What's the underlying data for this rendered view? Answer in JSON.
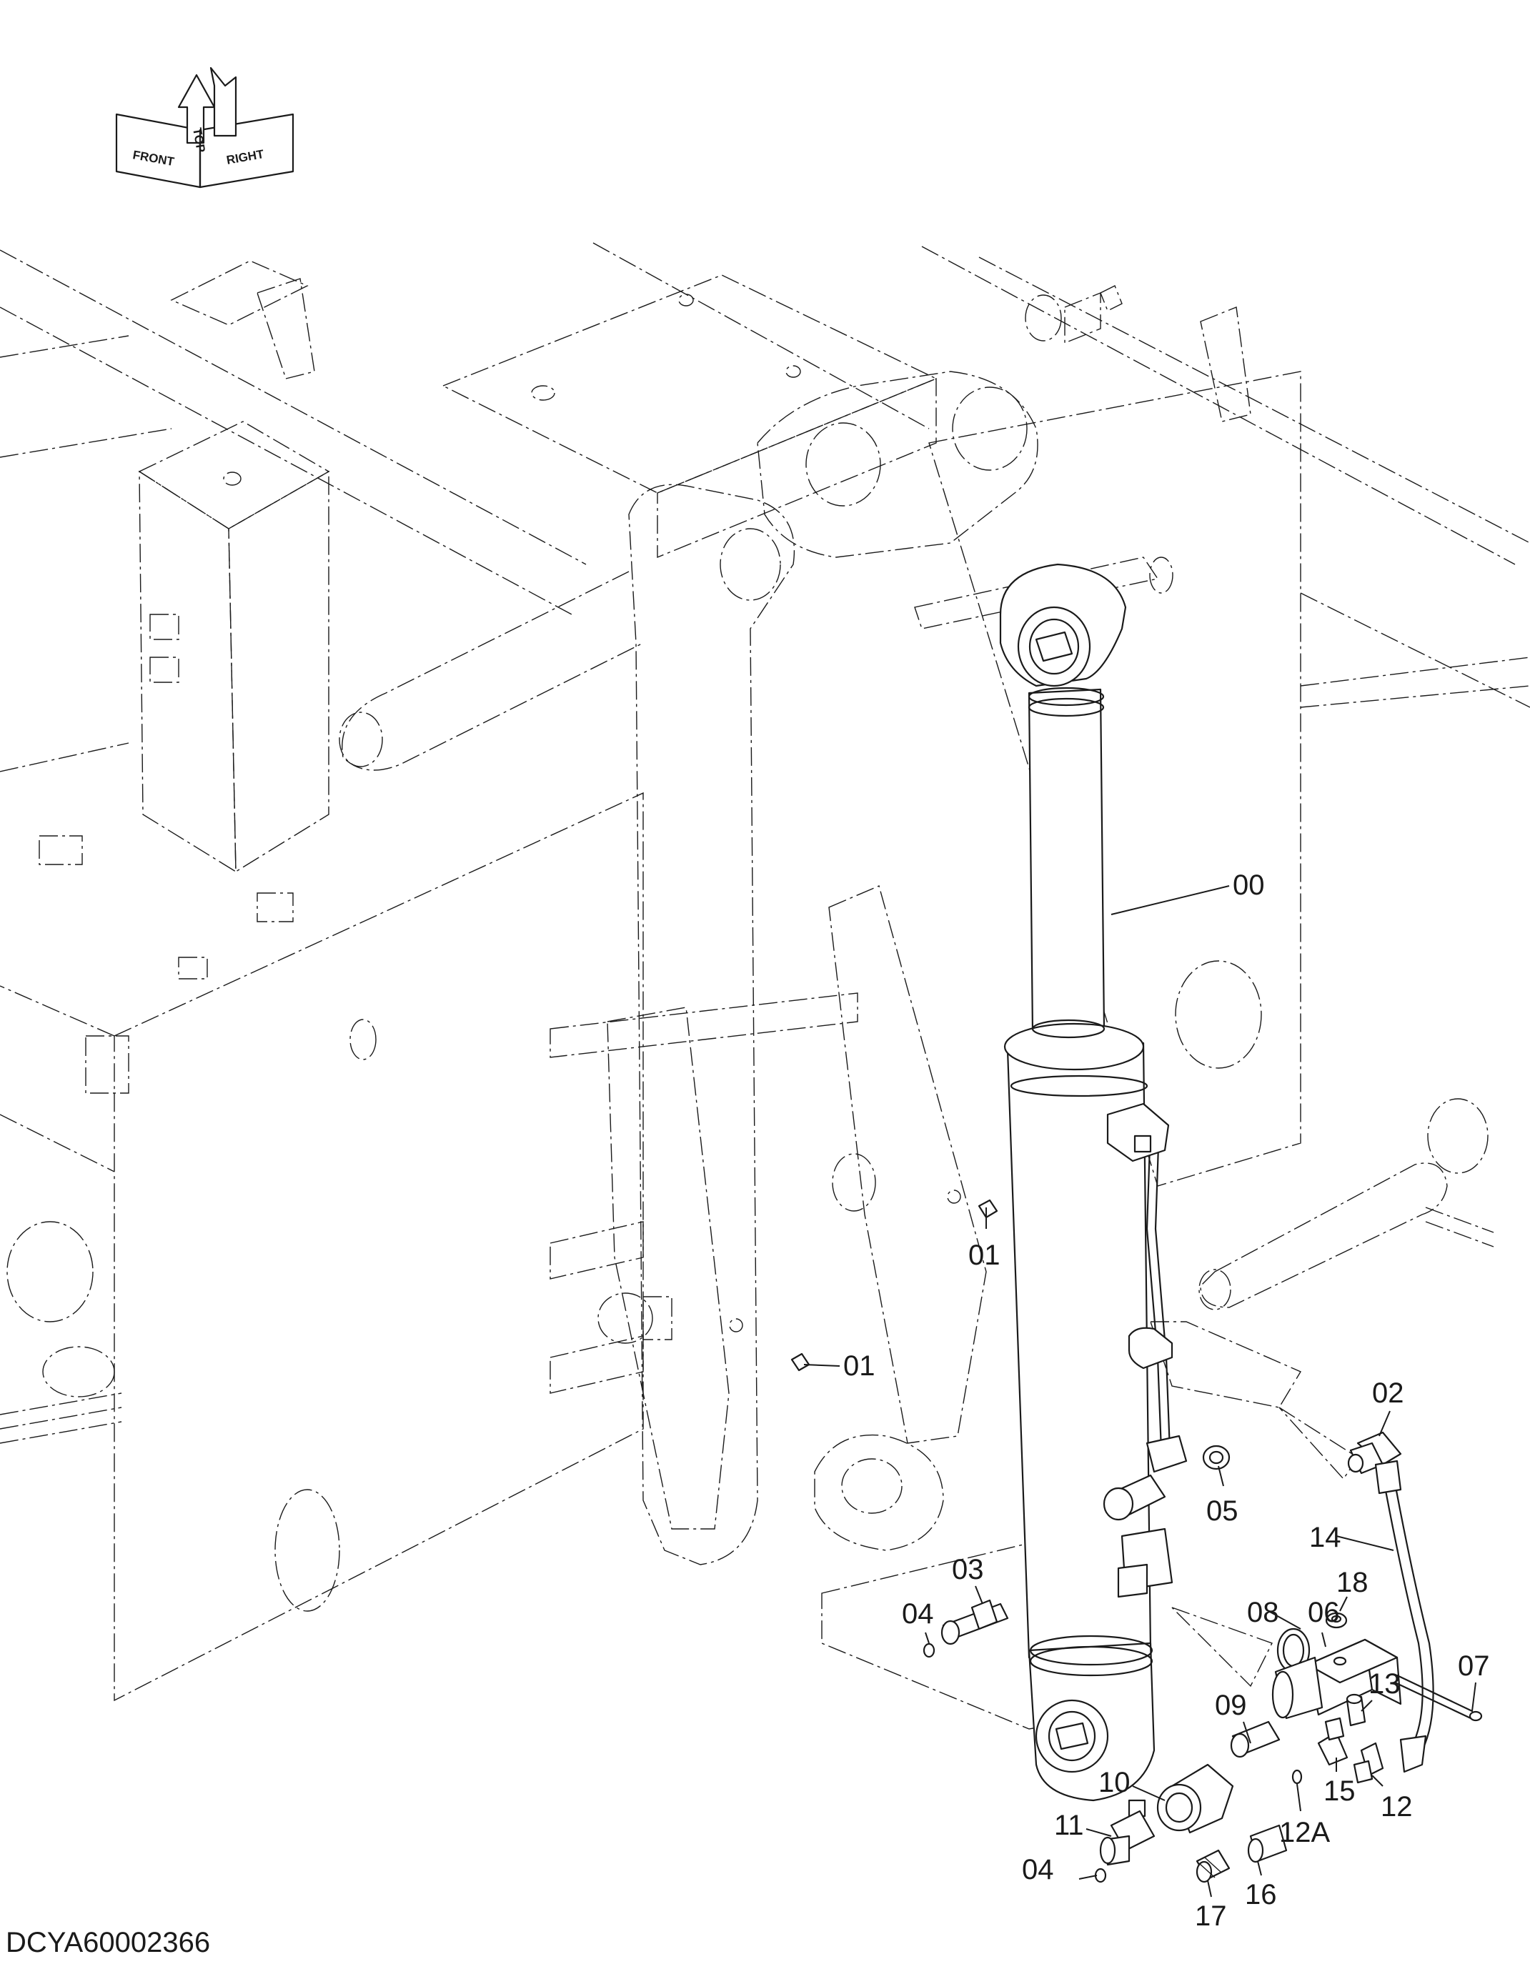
{
  "drawing_number": "DCYA60002366",
  "orientation": {
    "front": "FRONT",
    "top": "TOP",
    "right": "RIGHT"
  },
  "callouts": [
    {
      "id": "c00",
      "label": "00"
    },
    {
      "id": "c01a",
      "label": "01"
    },
    {
      "id": "c01b",
      "label": "01"
    },
    {
      "id": "c02",
      "label": "02"
    },
    {
      "id": "c03",
      "label": "03"
    },
    {
      "id": "c04a",
      "label": "04"
    },
    {
      "id": "c04b",
      "label": "04"
    },
    {
      "id": "c05",
      "label": "05"
    },
    {
      "id": "c06",
      "label": "06"
    },
    {
      "id": "c07",
      "label": "07"
    },
    {
      "id": "c08",
      "label": "08"
    },
    {
      "id": "c09",
      "label": "09"
    },
    {
      "id": "c10",
      "label": "10"
    },
    {
      "id": "c11",
      "label": "11"
    },
    {
      "id": "c12",
      "label": "12"
    },
    {
      "id": "c12A",
      "label": "12A"
    },
    {
      "id": "c13",
      "label": "13"
    },
    {
      "id": "c14",
      "label": "14"
    },
    {
      "id": "c15",
      "label": "15"
    },
    {
      "id": "c16",
      "label": "16"
    },
    {
      "id": "c17",
      "label": "17"
    },
    {
      "id": "c18",
      "label": "18"
    }
  ]
}
